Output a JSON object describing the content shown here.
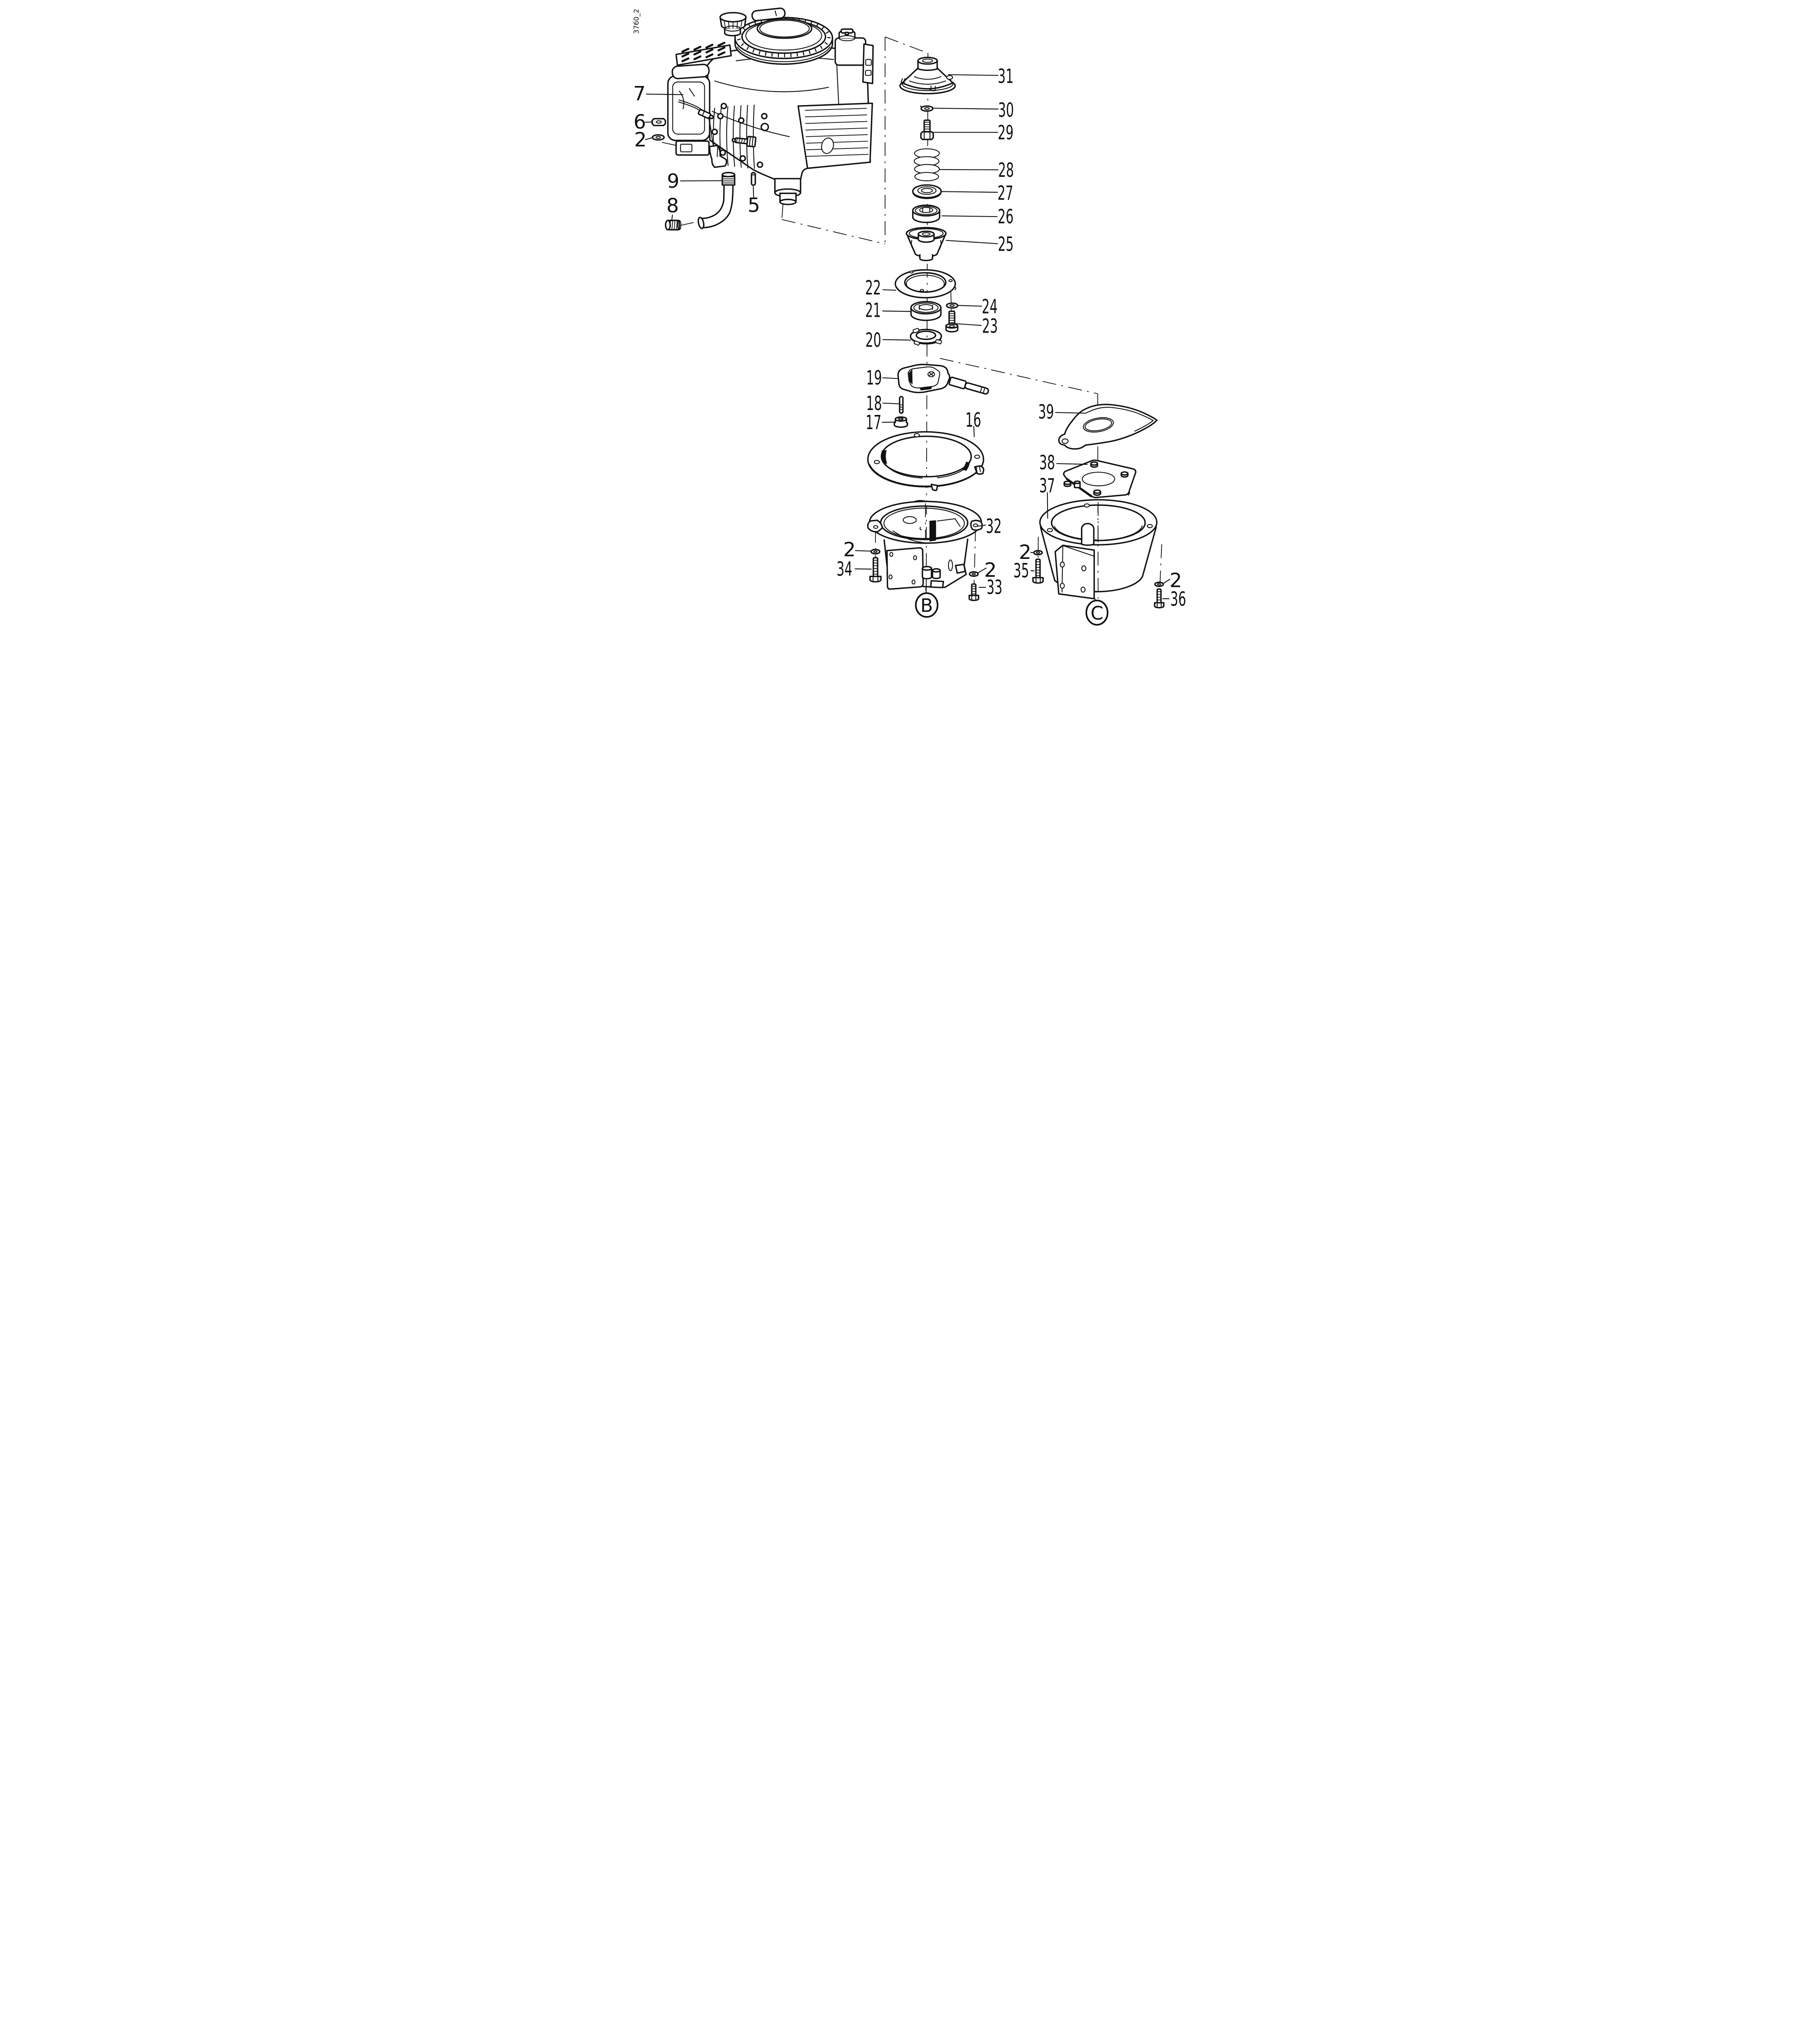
{
  "sheet": {
    "code": "3760_2"
  },
  "views": {
    "b": "B",
    "c": "C"
  },
  "callouts": {
    "part2": "2",
    "part5": "5",
    "part6": "6",
    "part7": "7",
    "part8": "8",
    "part9": "9",
    "part16": "16",
    "part17": "17",
    "part18": "18",
    "part19": "19",
    "part20": "20",
    "part21": "21",
    "part22": "22",
    "part23": "23",
    "part24": "24",
    "part25": "25",
    "part26": "26",
    "part27": "27",
    "part28": "28",
    "part29": "29",
    "part30": "30",
    "part31": "31",
    "part32": "32",
    "part33": "33",
    "part34": "34",
    "part35": "35",
    "part36": "36",
    "part37": "37",
    "part38": "38",
    "part39": "39"
  }
}
